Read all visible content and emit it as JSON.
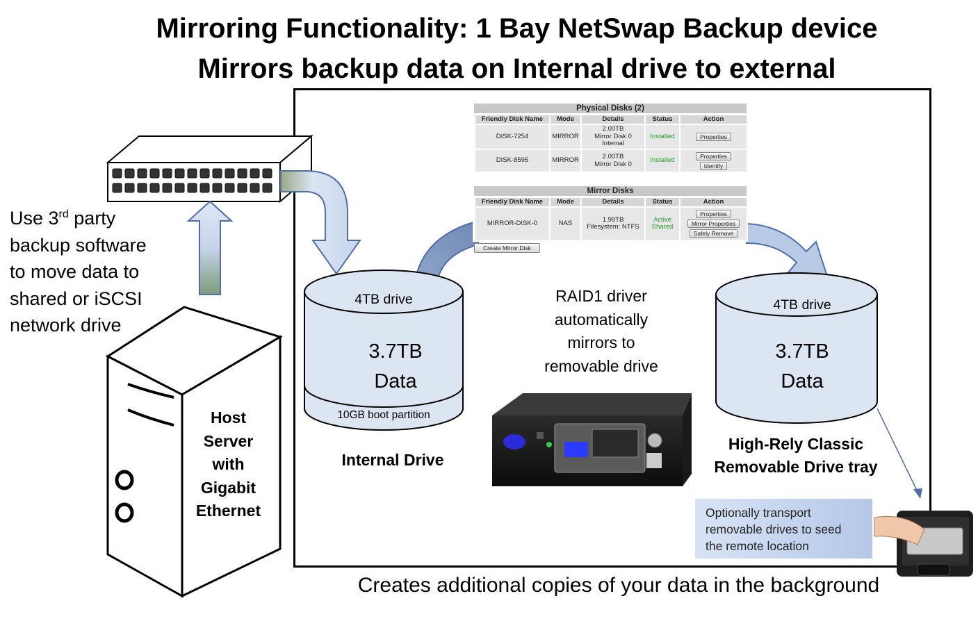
{
  "title_line1": "Mirroring Functionality:  1 Bay NetSwap Backup device",
  "title_line2": "Mirrors backup data on Internal drive to external",
  "side_text": {
    "line1_pre": "Use 3",
    "line1_sup": "rd",
    "line1_post": " party",
    "line2": "backup software",
    "line3": "to move  data to",
    "line4": "shared or iSCSI",
    "line5": "network drive"
  },
  "server_label": [
    "Host",
    "Server",
    "with",
    "Gigabit",
    "Ethernet"
  ],
  "internal_drive": {
    "capacity": "4TB drive",
    "data_size": "3.7TB",
    "data_label": "Data",
    "boot_partition": "10GB boot partition",
    "caption": "Internal Drive"
  },
  "removable_drive": {
    "capacity": "4TB drive",
    "data_size": "3.7TB",
    "data_label": "Data",
    "caption_line1": "High-Rely Classic",
    "caption_line2": "Removable Drive tray"
  },
  "raid_text": [
    "RAID1 driver",
    "automatically",
    "mirrors to",
    "removable drive"
  ],
  "transport_text": [
    "Optionally transport",
    "removable drives to seed",
    "the remote location"
  ],
  "bottom_text": "Creates additional copies of your data in the background",
  "physical_disks": {
    "heading": "Physical Disks (2)",
    "columns": [
      "Friendly Disk Name",
      "Mode",
      "Details",
      "Status",
      "Action"
    ],
    "rows": [
      {
        "name": "DISK-7254",
        "mode": "MIRROR",
        "details": [
          "2.00TB",
          "Mirror Disk 0",
          "Internal"
        ],
        "status": "Installed",
        "actions": [
          "Properties"
        ]
      },
      {
        "name": "DISK-8595",
        "mode": "MIRROR",
        "details": [
          "2.00TB",
          "Mirror Disk 0"
        ],
        "status": "Installed",
        "actions": [
          "Properties",
          "Identify"
        ]
      }
    ]
  },
  "mirror_disks": {
    "heading": "Mirror Disks",
    "columns": [
      "Friendly Disk Name",
      "Mode",
      "Details",
      "Status",
      "Action"
    ],
    "rows": [
      {
        "name": "MIRROR-DISK-0",
        "mode": "NAS",
        "details": [
          "1.99TB",
          "Filesystem: NTFS"
        ],
        "status": [
          "Active",
          "Shared"
        ],
        "actions": [
          "Properties",
          "Mirror Properties",
          "Safely Remove"
        ]
      }
    ],
    "create_button": "Create Mirror Disk"
  },
  "colors": {
    "cylinder_fill": "#dce6f2",
    "arrow_fill": "#c5d4ea",
    "arrow_stroke": "#4f6ea8",
    "status_green": "#2a9a2a"
  }
}
